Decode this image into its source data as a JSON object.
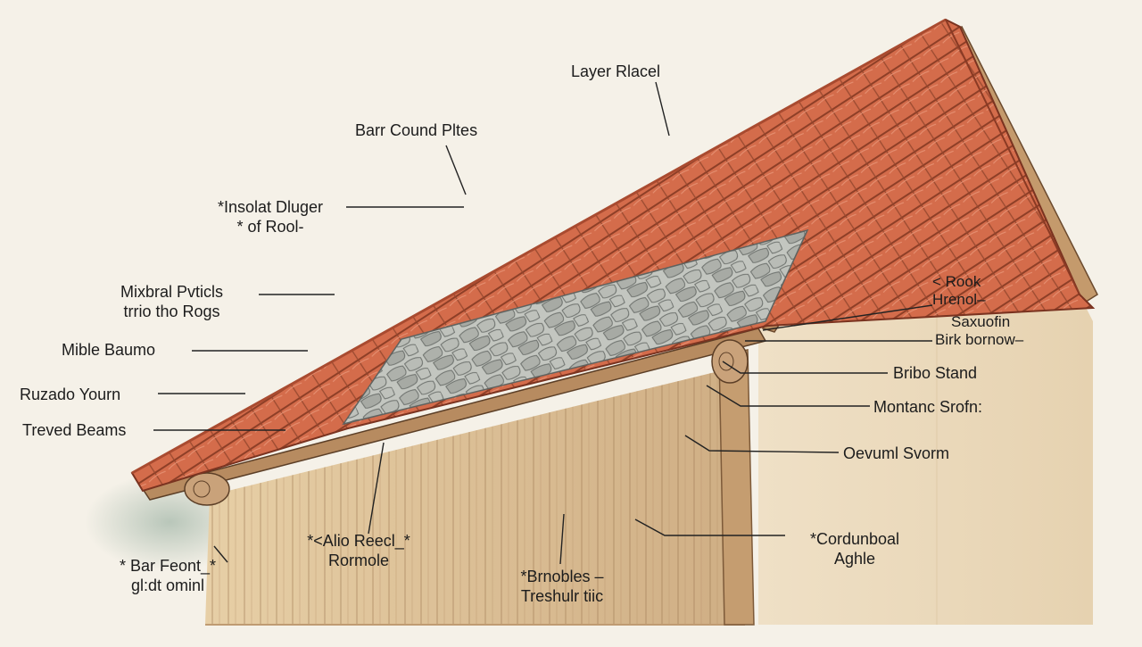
{
  "labels": {
    "layer_placement": "Layer Rlacel",
    "barr_cound_pltes": "Barr Cound Pltes",
    "insolat_1": "*Insolat Dluger",
    "insolat_2": "* of Rool-",
    "mixbral_1": "Mixbral Pvticls",
    "mixbral_2": "trrio tho Rogs",
    "mible_baumo": "Mible Baumo",
    "ruzado_yourn": "Ruzado Yourn",
    "treved_beams": "Treved Beams",
    "bar_feeet_1": "* Bar Feont_*",
    "bar_feeet_2": "gl:dt ominl",
    "alio_reecl_1": "*<Alio Reecl_*",
    "alio_reecl_2": "Rormole",
    "brnobles_1": "*Brnobles –",
    "brnobles_2": "Treshulr tiic",
    "cordunboal_1": "*Cordunboal",
    "cordunboal_2": "Aghle",
    "oevuml_svorm": "Oevuml Svorm",
    "montanc_srofn": "Montanc Srofn:",
    "bribo_stand": "Bribo Stand",
    "rook_1": "< Rook",
    "rook_2": "Hrenol–",
    "saxuofin_1": "Saxuofin",
    "saxuofin_2": "Birk bornow–"
  },
  "colors": {
    "background": "#f5f1e8",
    "tile": "#d66f4e",
    "tile_dark": "#9c4a30",
    "insulation": "#b9bcb7",
    "wood": "#c9a27a",
    "wall": "#e3cfad",
    "ink": "#1c1c1c"
  }
}
